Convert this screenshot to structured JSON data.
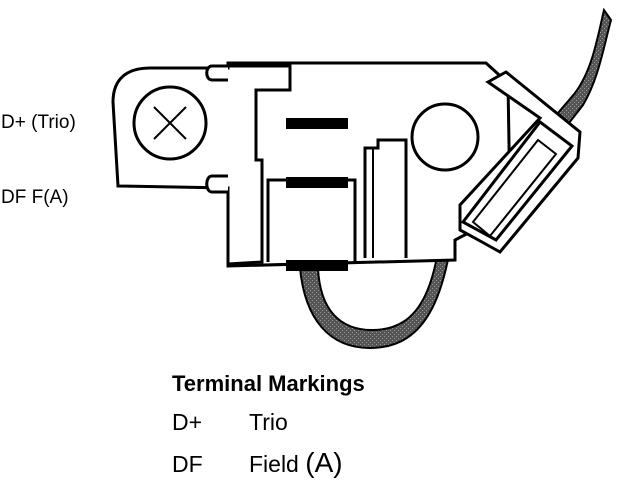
{
  "terminals": {
    "d_plus_label": "D+ (Trio)",
    "df_label": "DF  F(A)"
  },
  "legend": {
    "title": "Terminal Markings",
    "rows": [
      {
        "code": "D+",
        "desc_prefix": "Trio",
        "desc_paren": ""
      },
      {
        "code": "DF",
        "desc_prefix": "Field",
        "desc_paren": "(A)"
      }
    ]
  }
}
